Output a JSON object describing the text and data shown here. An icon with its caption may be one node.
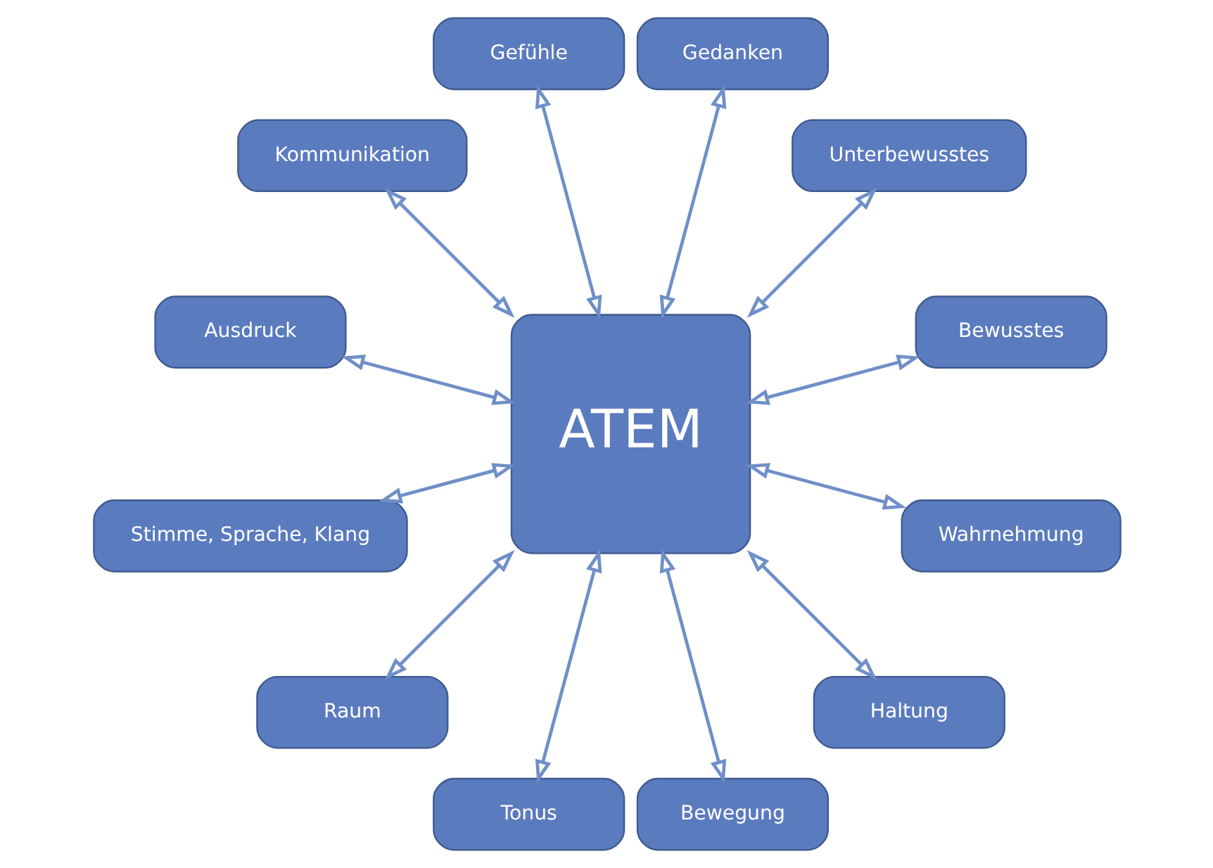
{
  "diagram": {
    "nodes": [
      {
        "text": [
          "ATEM"
        ]
      },
      {
        "text": [
          "Bewusstes"
        ]
      },
      {
        "text": [
          "Unterbewusstes"
        ]
      },
      {
        "text": [
          "Gedanken"
        ]
      },
      {
        "text": [
          "Gefühle"
        ]
      },
      {
        "text": [
          "Kommunikation"
        ]
      },
      {
        "text": [
          "Ausdruck"
        ]
      },
      {
        "text": [
          "Stimme, Sprache, Klang"
        ]
      },
      {
        "text": [
          "Raum"
        ]
      },
      {
        "text": [
          "Tonus"
        ]
      },
      {
        "text": [
          "Bewegung"
        ]
      },
      {
        "text": [
          "Haltung"
        ]
      },
      {
        "text": [
          "Wahrnehmung"
        ]
      }
    ],
    "edges": [
      {
        "from": 0,
        "to": 1,
        "arrow": "both"
      },
      {
        "from": 0,
        "to": 2,
        "arrow": "both"
      },
      {
        "from": 0,
        "to": 3,
        "arrow": "both"
      },
      {
        "from": 0,
        "to": 4,
        "arrow": "both"
      },
      {
        "from": 0,
        "to": 5,
        "arrow": "both"
      },
      {
        "from": 0,
        "to": 6,
        "arrow": "both"
      },
      {
        "from": 0,
        "to": 7,
        "arrow": "both"
      },
      {
        "from": 0,
        "to": 8,
        "arrow": "both"
      },
      {
        "from": 0,
        "to": 9,
        "arrow": "both"
      },
      {
        "from": 0,
        "to": 10,
        "arrow": "both"
      },
      {
        "from": 0,
        "to": 11,
        "arrow": "both"
      },
      {
        "from": 0,
        "to": 12,
        "arrow": "both"
      }
    ]
  }
}
